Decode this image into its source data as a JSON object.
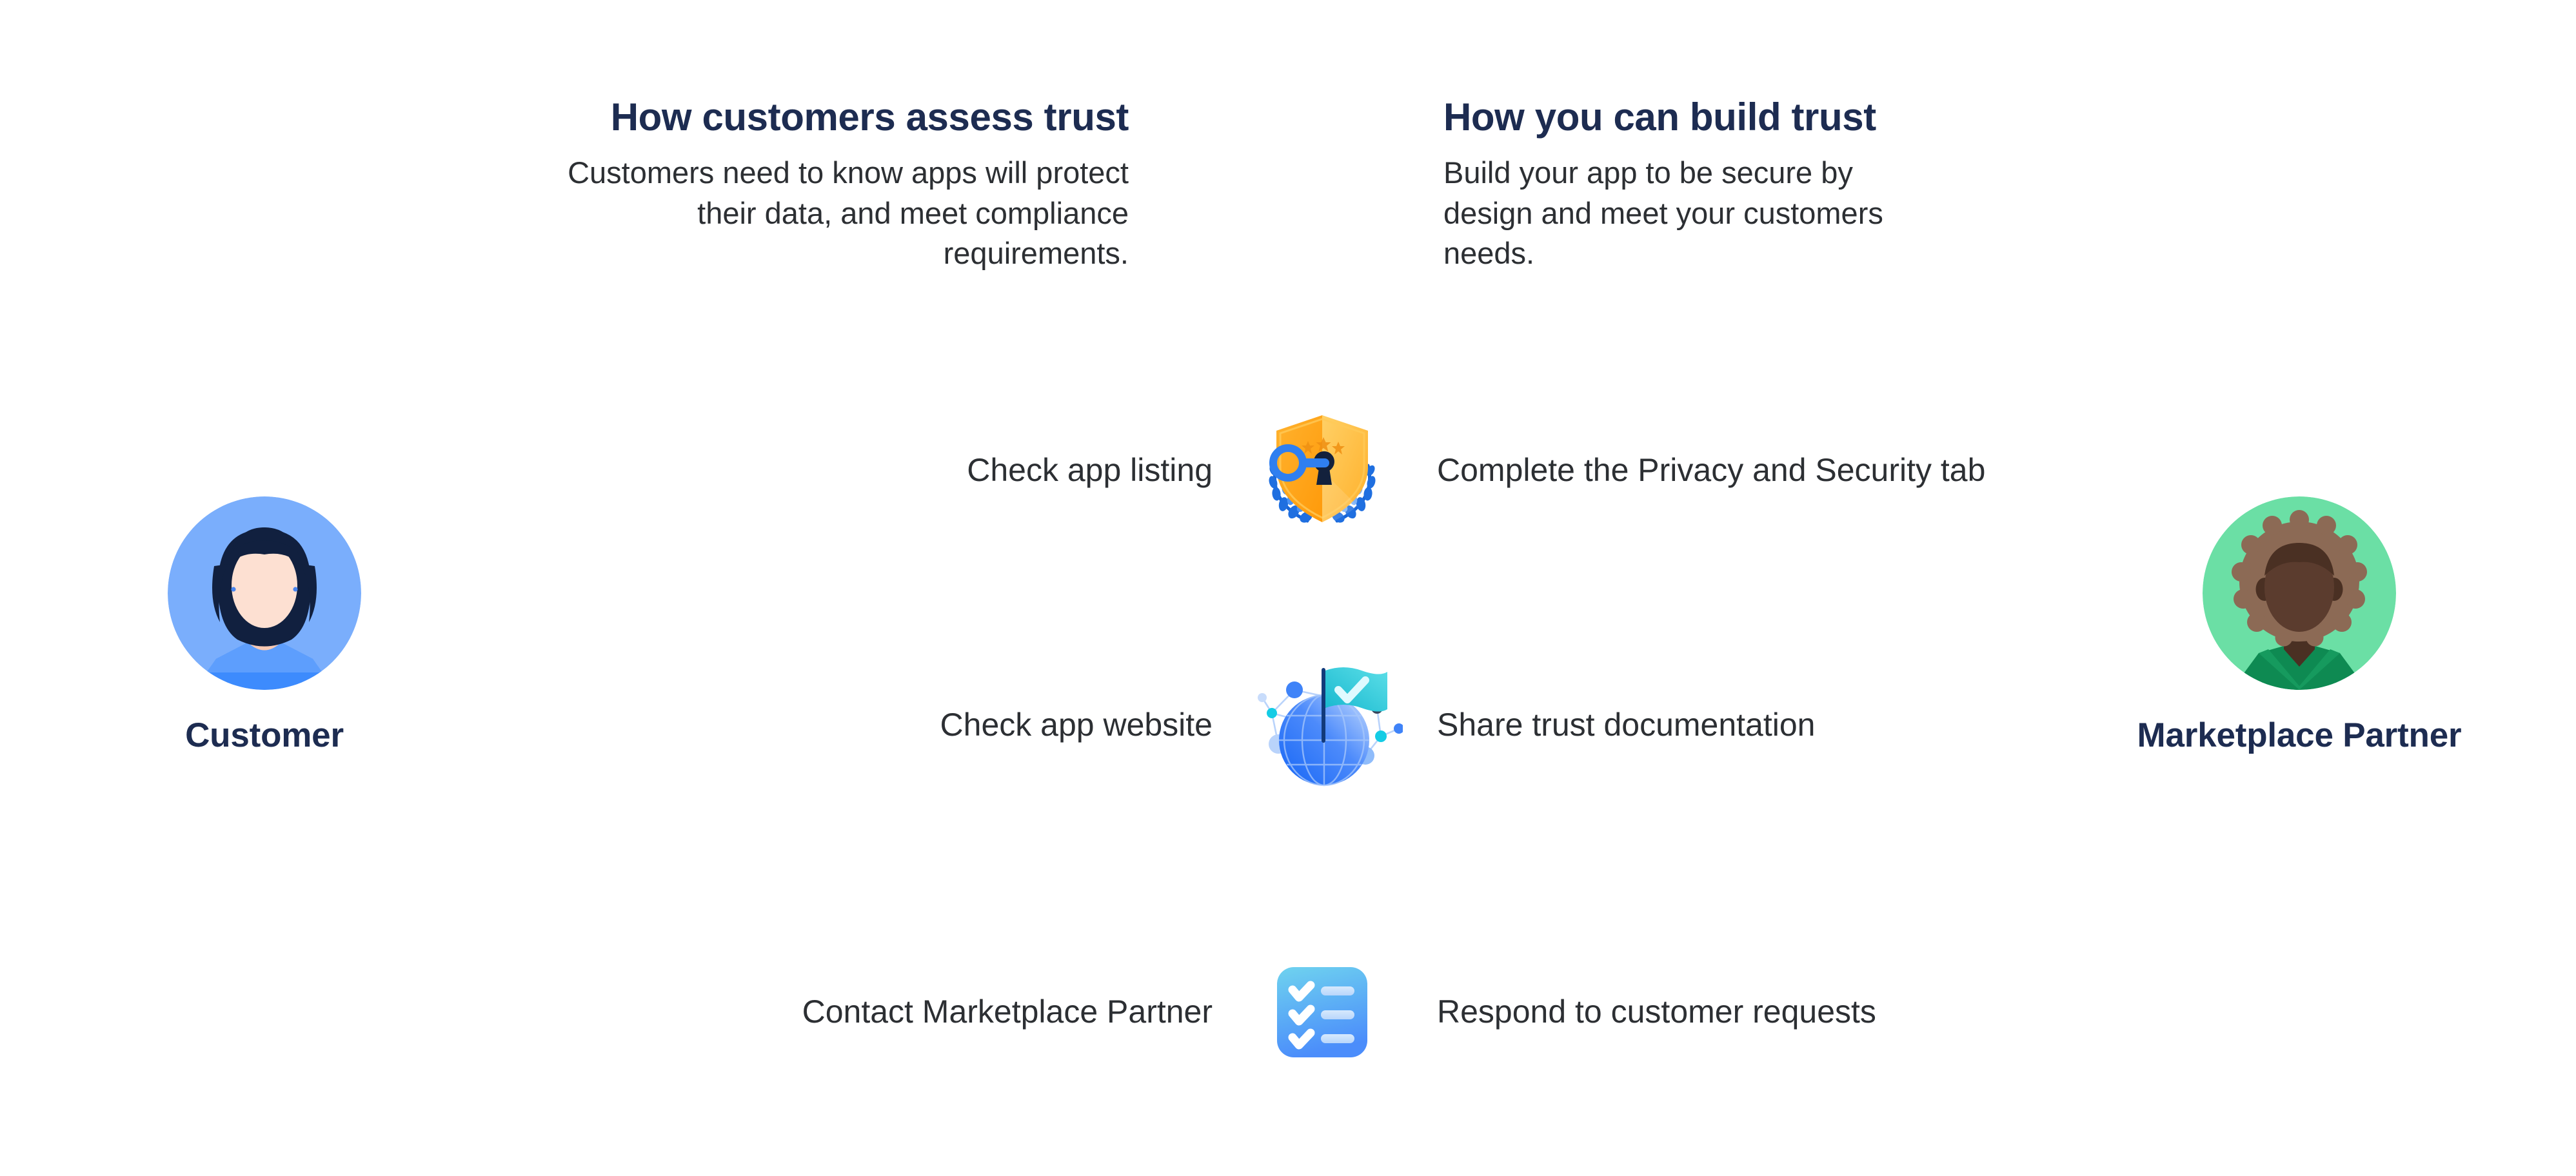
{
  "background": "#ffffff",
  "colors": {
    "heading_navy": "#1d2c51",
    "body_text": "#2c2f33",
    "customer_circle": "#7aaefc",
    "customer_hair": "#11203f",
    "customer_skin": "#fde0d2",
    "customer_shirt": "#3d8bfd",
    "partner_circle": "#6bdfa5",
    "partner_hair": "#8c6a55",
    "partner_skin": "#5b3c2e",
    "partner_shirt": "#0e8a52",
    "shield_gold": "#ffa416",
    "shield_gold_light": "#ffc24d",
    "laurel_blue": "#1d6fe0",
    "key_blue": "#2f7ff0",
    "keyhole_dark": "#13213c",
    "globe_blue": "#1a6bf5",
    "flag_teal": "#2bc5d6",
    "checklist_top": "#6fd3ef",
    "checklist_bottom": "#4b8dfb"
  },
  "columns": {
    "left_heading": {
      "title": "How customers assess trust",
      "body": "Customers need to know apps will protect their data, and meet compliance requirements."
    },
    "right_heading": {
      "title": "How you can build trust",
      "body": "Build your app to be secure by design and meet your customers needs."
    }
  },
  "personas": {
    "left": {
      "label": "Customer",
      "avatar_icon": "woman-avatar-icon"
    },
    "right": {
      "label": "Marketplace Partner",
      "avatar_icon": "person-afro-avatar-icon"
    }
  },
  "rows": [
    {
      "customer_action": "Check app listing",
      "icon": "shield-key-laurel-icon",
      "partner_action": "Complete the Privacy and Security tab"
    },
    {
      "customer_action": "Check app website",
      "icon": "globe-flag-network-icon",
      "partner_action": "Share trust documentation"
    },
    {
      "customer_action": "Contact Marketplace Partner",
      "icon": "checklist-icon",
      "partner_action": "Respond to customer requests"
    }
  ]
}
